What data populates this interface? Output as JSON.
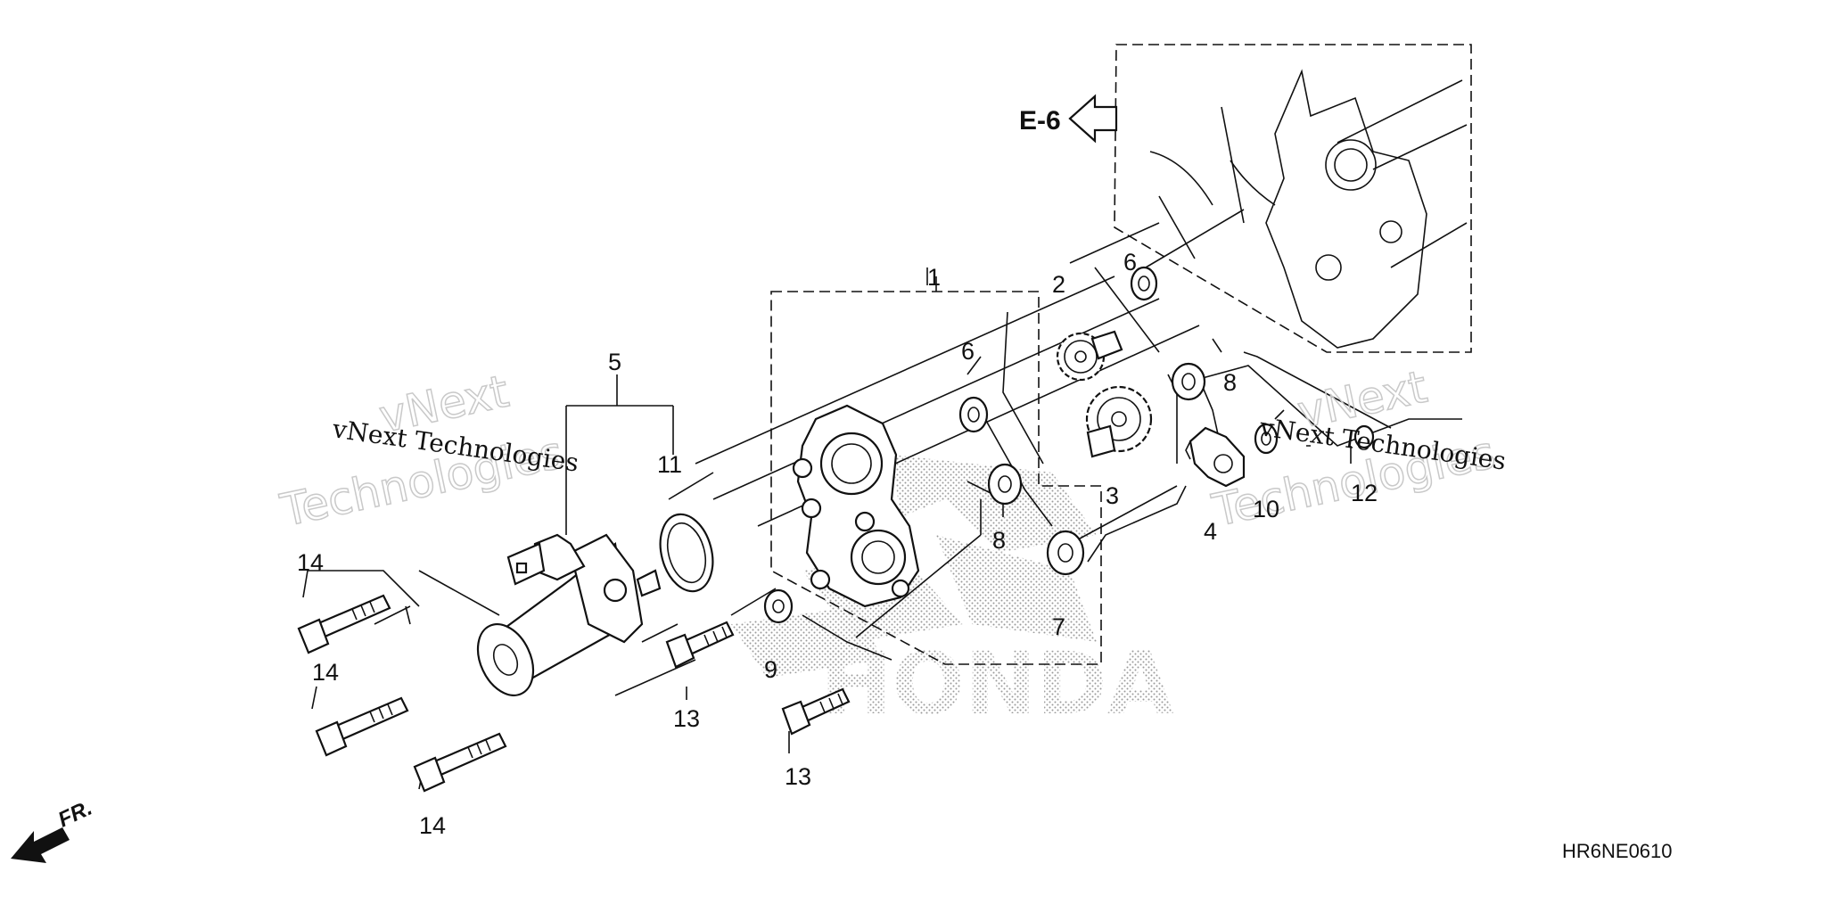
{
  "section_ref": "E-6",
  "diagram_code": "HR6NE0610",
  "direction_label": "FR.",
  "watermarks": {
    "company_line": "vNext Technologies",
    "word_next": "vNext",
    "word_tech": "Technologies",
    "brand": "HONDA"
  },
  "callouts": [
    {
      "id": "c1",
      "label": "1"
    },
    {
      "id": "c2",
      "label": "2"
    },
    {
      "id": "c3",
      "label": "3"
    },
    {
      "id": "c4",
      "label": "4"
    },
    {
      "id": "c5",
      "label": "5"
    },
    {
      "id": "c6a",
      "label": "6"
    },
    {
      "id": "c6b",
      "label": "6"
    },
    {
      "id": "c7",
      "label": "7"
    },
    {
      "id": "c8a",
      "label": "8"
    },
    {
      "id": "c8b",
      "label": "8"
    },
    {
      "id": "c9",
      "label": "9"
    },
    {
      "id": "c10",
      "label": "10"
    },
    {
      "id": "c11",
      "label": "11"
    },
    {
      "id": "c12",
      "label": "12"
    },
    {
      "id": "c13a",
      "label": "13"
    },
    {
      "id": "c13b",
      "label": "13"
    },
    {
      "id": "c14a",
      "label": "14"
    },
    {
      "id": "c14b",
      "label": "14"
    },
    {
      "id": "c14c",
      "label": "14"
    }
  ]
}
